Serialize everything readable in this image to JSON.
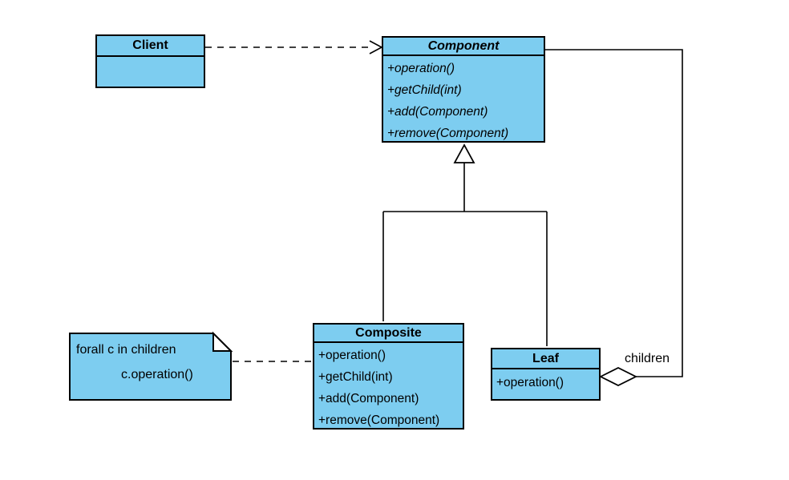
{
  "diagram": {
    "kind": "uml-class-diagram",
    "pattern": "Composite"
  },
  "colors": {
    "node_fill": "#7dcdf0",
    "line": "#000000",
    "background": "#ffffff"
  },
  "classes": {
    "client": {
      "name": "Client",
      "methods": []
    },
    "component": {
      "name": "Component",
      "abstract": true,
      "methods": [
        "+operation()",
        "+getChild(int)",
        "+add(Component)",
        "+remove(Component)"
      ]
    },
    "composite": {
      "name": "Composite",
      "methods": [
        "+operation()",
        "+getChild(int)",
        "+add(Component)",
        "+remove(Component)"
      ]
    },
    "leaf": {
      "name": "Leaf",
      "methods": [
        "+operation()"
      ]
    }
  },
  "note": {
    "line1": "forall c in children",
    "line2": "c.operation()"
  },
  "edge_labels": {
    "children": "children"
  },
  "relationships": [
    {
      "type": "dependency",
      "from": "Client",
      "to": "Component",
      "style": "dashed-open-arrow"
    },
    {
      "type": "generalization",
      "from": "Composite",
      "to": "Component",
      "style": "hollow-triangle"
    },
    {
      "type": "generalization",
      "from": "Leaf",
      "to": "Component",
      "style": "hollow-triangle"
    },
    {
      "type": "aggregation",
      "diamond_at": "Leaf",
      "connects_to": "Component",
      "label": "children",
      "style": "hollow-diamond"
    },
    {
      "type": "note-link",
      "from": "note",
      "to": "Composite",
      "style": "dashed"
    }
  ]
}
